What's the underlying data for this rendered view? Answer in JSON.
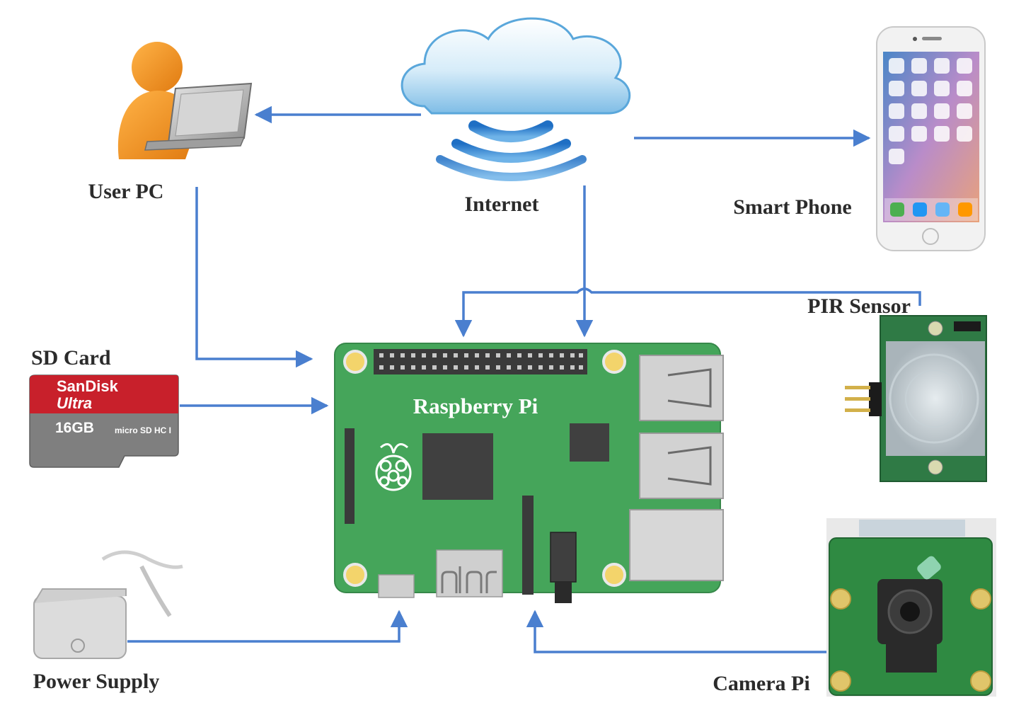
{
  "nodes": {
    "internet": {
      "label": "Internet"
    },
    "user_pc": {
      "label": "User PC"
    },
    "smart_phone": {
      "label": "Smart Phone"
    },
    "pir_sensor": {
      "label": "PIR Sensor"
    },
    "sd_card": {
      "label": "SD Card",
      "brand": "SanDisk",
      "line": "Ultra",
      "capacity": "16GB",
      "format": "micro SD HC I"
    },
    "raspberry_pi": {
      "label": "Raspberry Pi"
    },
    "power_supply": {
      "label": "Power Supply"
    },
    "camera_pi": {
      "label": "Camera Pi"
    }
  },
  "connections": [
    {
      "from": "Internet",
      "to": "User PC"
    },
    {
      "from": "Internet",
      "to": "Smart Phone"
    },
    {
      "from": "Internet",
      "to": "Raspberry Pi"
    },
    {
      "from": "PIR Sensor",
      "to": "Raspberry Pi"
    },
    {
      "from": "User PC",
      "to": "Raspberry Pi"
    },
    {
      "from": "SD Card",
      "to": "Raspberry Pi"
    },
    {
      "from": "Power Supply",
      "to": "Raspberry Pi"
    },
    {
      "from": "Camera Pi",
      "to": "Raspberry Pi"
    }
  ],
  "colors": {
    "arrow": "#4a7fcf",
    "board": "#45a55a",
    "cloud": "#9fd0ee",
    "sd_red": "#c8202b",
    "sd_gray": "#7f7f7f"
  }
}
